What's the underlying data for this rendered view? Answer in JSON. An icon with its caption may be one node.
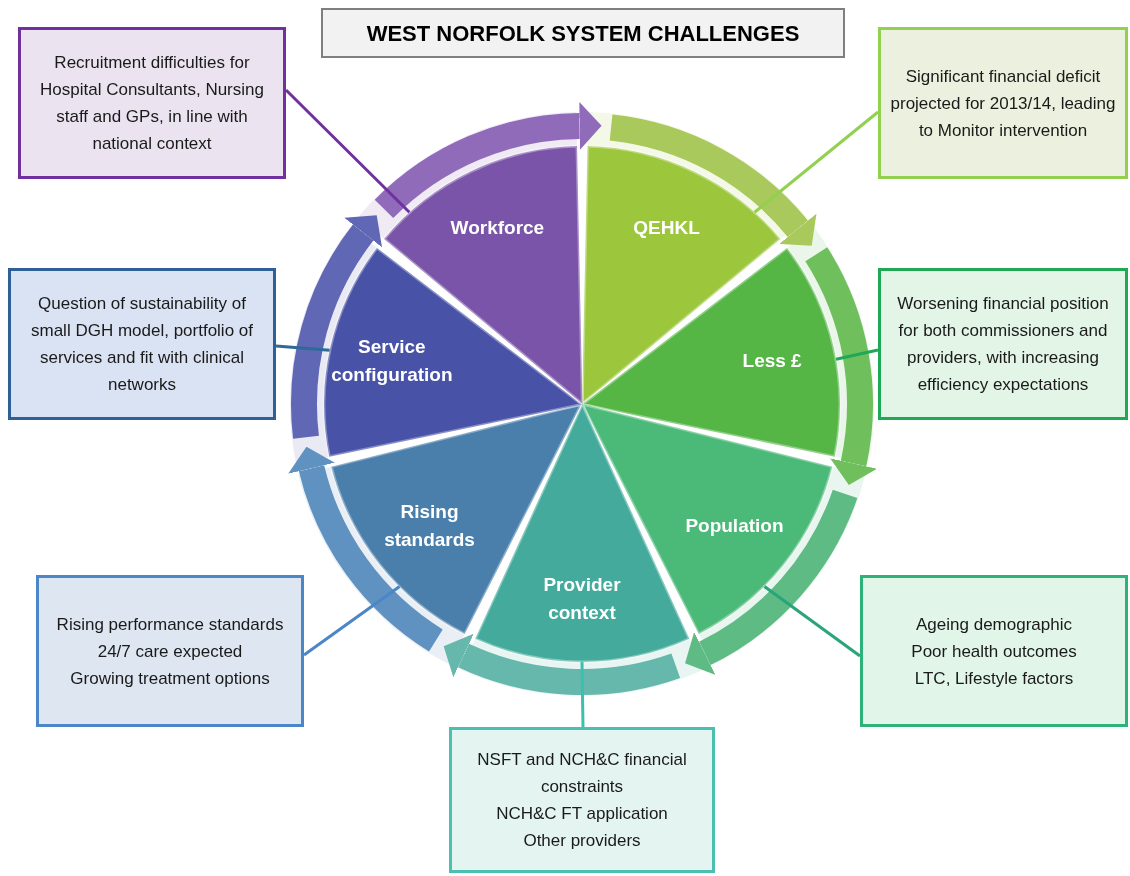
{
  "diagram": {
    "title": "WEST NORFOLK SYSTEM CHALLENGES",
    "nodes": [
      {
        "text": [
          "QEHKL"
        ]
      },
      {
        "text": [
          "Less £"
        ]
      },
      {
        "text": [
          "Population"
        ]
      },
      {
        "text": [
          "Provider context"
        ]
      },
      {
        "text": [
          "Rising standards"
        ]
      },
      {
        "text": [
          "Service configuration"
        ]
      },
      {
        "text": [
          "Workforce"
        ]
      },
      {
        "text": [
          "Significant financial deficit projected for 2013/14, leading to Monitor intervention"
        ]
      },
      {
        "text": [
          "Worsening financial position for both commissioners and providers, with increasing efficiency expectations"
        ]
      },
      {
        "text": [
          "Ageing demographic",
          "Poor health outcomes",
          "LTC, Lifestyle factors"
        ]
      },
      {
        "text": [
          "NSFT and NCH&C financial constraints",
          "NCH&C FT application",
          "Other providers"
        ]
      },
      {
        "text": [
          "Rising performance standards",
          "24/7 care expected",
          "Growing treatment options"
        ]
      },
      {
        "text": [
          "Question of sustainability of small DGH model, portfolio of services and fit with clinical networks"
        ]
      },
      {
        "text": [
          "Recruitment difficulties for Hospital Consultants, Nursing staff and GPs, in line with national context"
        ]
      }
    ],
    "edges": [
      {
        "from": 0,
        "to": 1,
        "arrow": "to",
        "style": "thick",
        "color": "#a9c95c"
      },
      {
        "from": 1,
        "to": 2,
        "arrow": "to",
        "style": "thick",
        "color": "#6fbf5d"
      },
      {
        "from": 2,
        "to": 3,
        "arrow": "to",
        "style": "thick",
        "color": "#5fbb84"
      },
      {
        "from": 3,
        "to": 4,
        "arrow": "to",
        "style": "thick",
        "color": "#66b8ac"
      },
      {
        "from": 4,
        "to": 5,
        "arrow": "to",
        "style": "thick",
        "color": "#5f92c0"
      },
      {
        "from": 5,
        "to": 6,
        "arrow": "to",
        "style": "thick",
        "color": "#6068b6"
      },
      {
        "from": 6,
        "to": 0,
        "arrow": "to",
        "style": "thick",
        "color": "#8f6bba"
      },
      {
        "from": 7,
        "to": 0,
        "arrow": "none",
        "color": "#92d050"
      },
      {
        "from": 8,
        "to": 1,
        "arrow": "none",
        "color": "#1fa855"
      },
      {
        "from": 9,
        "to": 2,
        "arrow": "none",
        "color": "#2aa57a"
      },
      {
        "from": 10,
        "to": 3,
        "arrow": "none",
        "color": "#3cbfae"
      },
      {
        "from": 11,
        "to": 4,
        "arrow": "none",
        "color": "#4a86c8"
      },
      {
        "from": 12,
        "to": 5,
        "arrow": "none",
        "color": "#2e6a99"
      },
      {
        "from": 13,
        "to": 6,
        "arrow": "none",
        "color": "#7030a0"
      }
    ]
  }
}
